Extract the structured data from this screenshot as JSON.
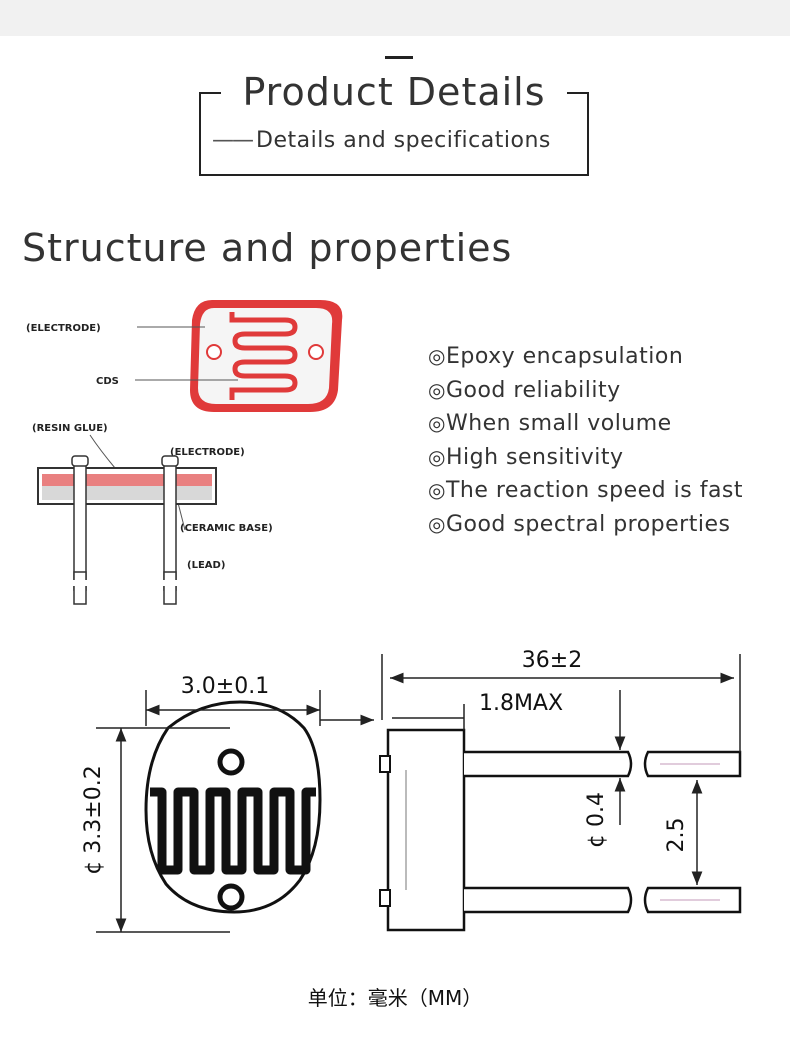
{
  "header": {
    "title": "Product Details",
    "subtitle_dash": "——",
    "subtitle": "Details and specifications"
  },
  "section": {
    "title": "Structure and properties"
  },
  "structure_labels": {
    "electrode_top": "(ELECTRODE)",
    "cds": "CDS",
    "resin_glue": "(RESIN GLUE)",
    "electrode_side": "(ELECTRODE)",
    "ceramic_base": "(CERAMIC BASE)",
    "lead": "(LEAD)"
  },
  "properties": {
    "bullet": "◎",
    "items": [
      "Epoxy encapsulation",
      "Good reliability",
      "When small volume",
      "High sensitivity",
      "The reaction speed is fast",
      "Good spectral properties"
    ]
  },
  "dimensions": {
    "width": "3.0±0.1",
    "diameter": "¢ 3.3±0.2",
    "length": "36±2",
    "max": "1.8MAX",
    "lead_dia": "¢ 0.4",
    "pitch": "2.5"
  },
  "colors": {
    "sensor_red": "#e03a3a",
    "line": "#222222"
  },
  "unit_label": "单位：毫米（MM）"
}
